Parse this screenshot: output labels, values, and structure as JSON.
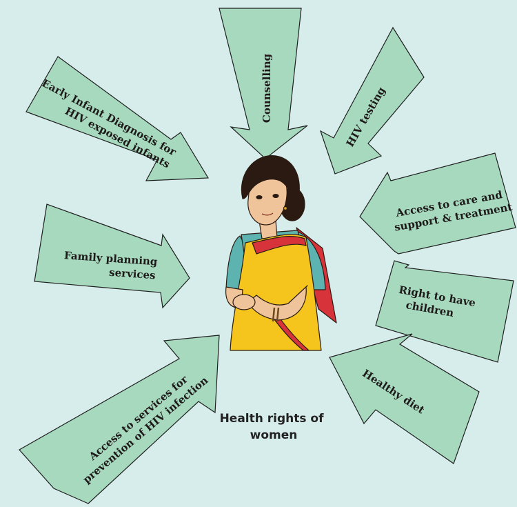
{
  "diagram": {
    "center_caption": [
      "Health rights of",
      "women"
    ],
    "arrows": [
      {
        "id": "counselling",
        "lines": [
          "Counselling"
        ]
      },
      {
        "id": "hiv-testing",
        "lines": [
          "HIV testing"
        ]
      },
      {
        "id": "early-infant-diagnosis",
        "lines": [
          "Early Infant Diagnosis for",
          "HIV exposed infants"
        ]
      },
      {
        "id": "access-to-care",
        "lines": [
          "Access to care and",
          "support & treatment"
        ]
      },
      {
        "id": "family-planning",
        "lines": [
          "Family planning",
          "services"
        ]
      },
      {
        "id": "right-to-have-children",
        "lines": [
          "Right to have",
          "children"
        ]
      },
      {
        "id": "healthy-diet",
        "lines": [
          "Healthy diet"
        ]
      },
      {
        "id": "access-to-prevention",
        "lines": [
          "Access to services for",
          "prevention of HIV infection"
        ]
      }
    ],
    "colors": {
      "background": "#d6edeb",
      "arrow_fill": "#a6d9be",
      "saree": "#f5c51d",
      "blouse": "#5cb3b0",
      "border": "#d6343a",
      "skin": "#efc49a"
    }
  }
}
